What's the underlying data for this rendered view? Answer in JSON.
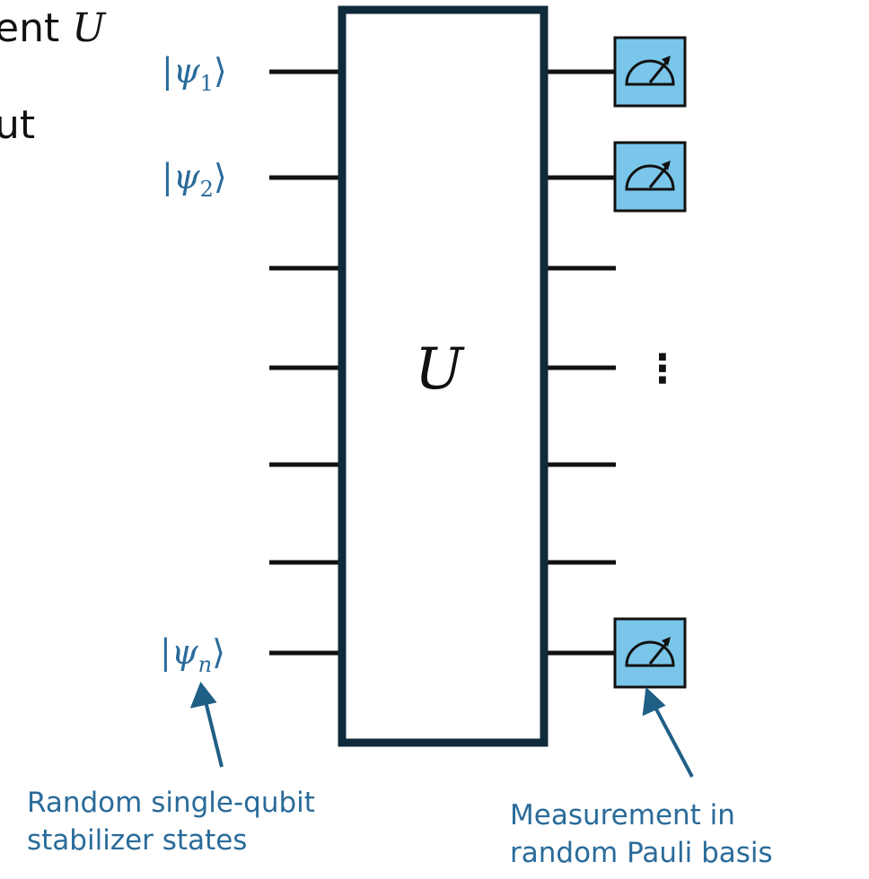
{
  "slide_fragments": {
    "line1_text": "ent",
    "line1_math": "U",
    "line2_text": "ut"
  },
  "gate": {
    "label": "U"
  },
  "inputs": [
    {
      "symbol": "ψ",
      "subscript": "1"
    },
    {
      "symbol": "ψ",
      "subscript": "2"
    },
    {
      "symbol": "ψ",
      "subscript": "n"
    }
  ],
  "ellipsis": "⋮",
  "captions": {
    "input_states": [
      "Random single-qubit",
      "stabilizer states"
    ],
    "measurement": [
      "Measurement in",
      "random Pauli basis"
    ]
  },
  "icons": {
    "meter": "measurement-meter-icon",
    "arrows": "pointer-arrow-icon"
  },
  "colors": {
    "wire": "#111111",
    "gate_border": "#0f2a3a",
    "meter_fill": "#7ac6ea",
    "label_blue": "#2a6b9a"
  }
}
